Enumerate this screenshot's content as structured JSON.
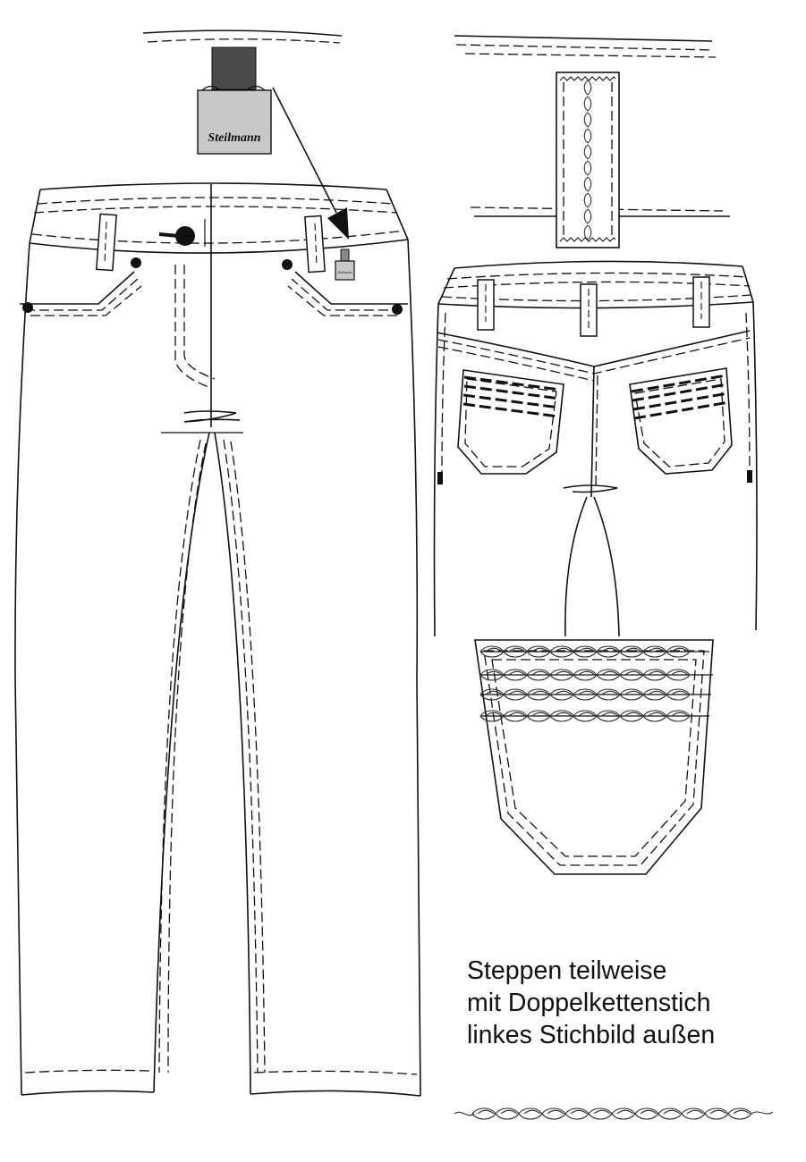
{
  "label": {
    "brand": "Steilmann",
    "brand_small": "Steilmann"
  },
  "note": {
    "lines": [
      "Steppen teilweise",
      "mit Doppelkettenstich",
      "linkes Stichbild außen"
    ]
  },
  "colors": {
    "line": "#111111",
    "tag_fill": "#c8c8c8",
    "tape_fill": "#4a4a4a"
  }
}
